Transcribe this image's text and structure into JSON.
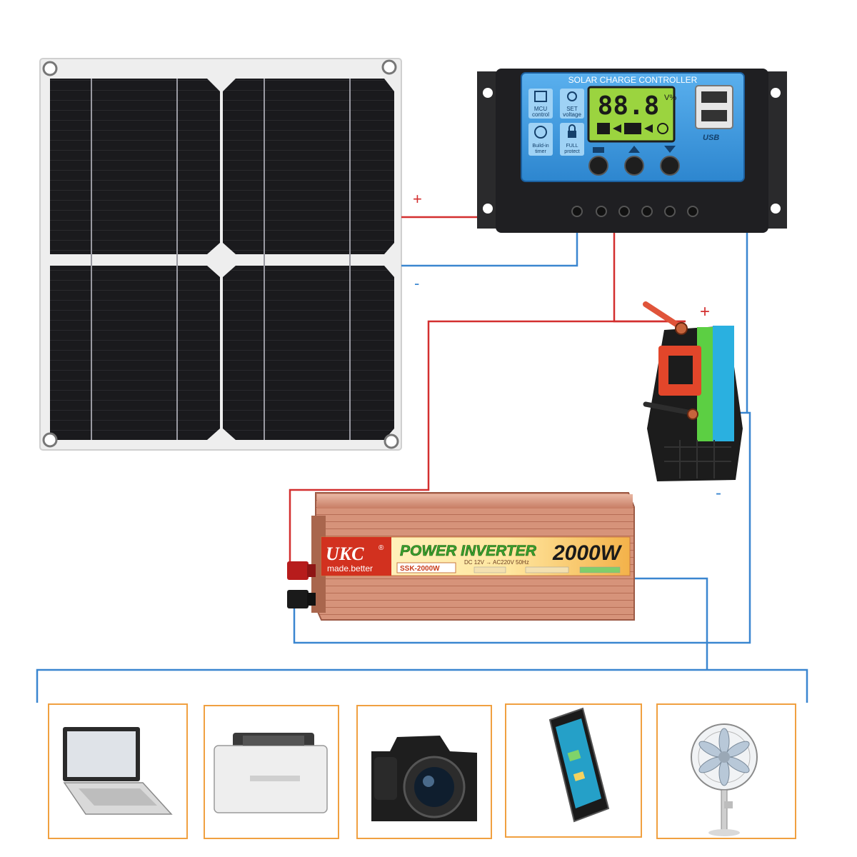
{
  "controller": {
    "title": "SOLAR CHARGE CONTROLLER",
    "lcd_reading": "88.8",
    "lcd_units": "V%",
    "usb_label": "USB",
    "buttons": [
      {
        "line1": "MCU",
        "line2": "control",
        "icon": "chip-icon"
      },
      {
        "line1": "SET",
        "line2": "voltage",
        "icon": "gear-icon"
      },
      {
        "line1": "Build-in",
        "line2": "timer",
        "icon": "clock-icon"
      },
      {
        "line1": "FULL",
        "line2": "protect",
        "icon": "lock-icon"
      }
    ]
  },
  "polarity": {
    "panel_plus": "+",
    "panel_minus": "-",
    "battery_plus": "+",
    "battery_minus": "-"
  },
  "inverter": {
    "brand": "UKC",
    "brand_registered": "®",
    "tagline": "made.better",
    "title": "POWER INVERTER",
    "rating": "2000W",
    "model": "SSK-2000W",
    "spec": "DC 12V → AC220V 50Hz"
  },
  "devices": [
    {
      "name": "laptop",
      "icon": "laptop-icon"
    },
    {
      "name": "printer",
      "icon": "printer-icon"
    },
    {
      "name": "camera",
      "icon": "camera-icon"
    },
    {
      "name": "phone",
      "icon": "phone-icon"
    },
    {
      "name": "fan",
      "icon": "fan-icon"
    }
  ],
  "colors": {
    "positive_wire": "#d32f2f",
    "negative_wire": "#3a86d0",
    "controller_face": "#3b9ae1",
    "lcd": "#9bd43f",
    "inverter_body": "#d48a6e",
    "device_frame": "#f0a040",
    "battery_green": "#5ccf43",
    "battery_blue": "#2ab0e0",
    "battery_red": "#e2462a"
  }
}
